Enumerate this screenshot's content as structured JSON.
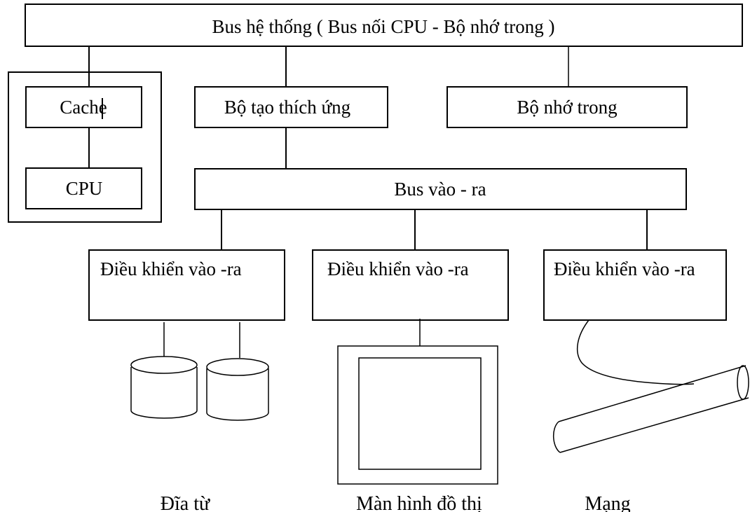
{
  "labels": {
    "system_bus": "Bus hệ thống ( Bus nối CPU - Bộ nhớ trong )",
    "cache": "Cache",
    "cpu": "CPU",
    "adapter": "Bộ tạo thích ứng",
    "main_memory": "Bộ nhớ trong",
    "io_bus": "Bus vào - ra",
    "io_controller_disk": "Điều khiển vào -ra",
    "io_controller_display": "Điều khiển vào -ra",
    "io_controller_network": "Điều khiển vào -ra",
    "disk": "Đĩa từ",
    "display": "Màn hình đồ thị",
    "network": "Mạng"
  }
}
